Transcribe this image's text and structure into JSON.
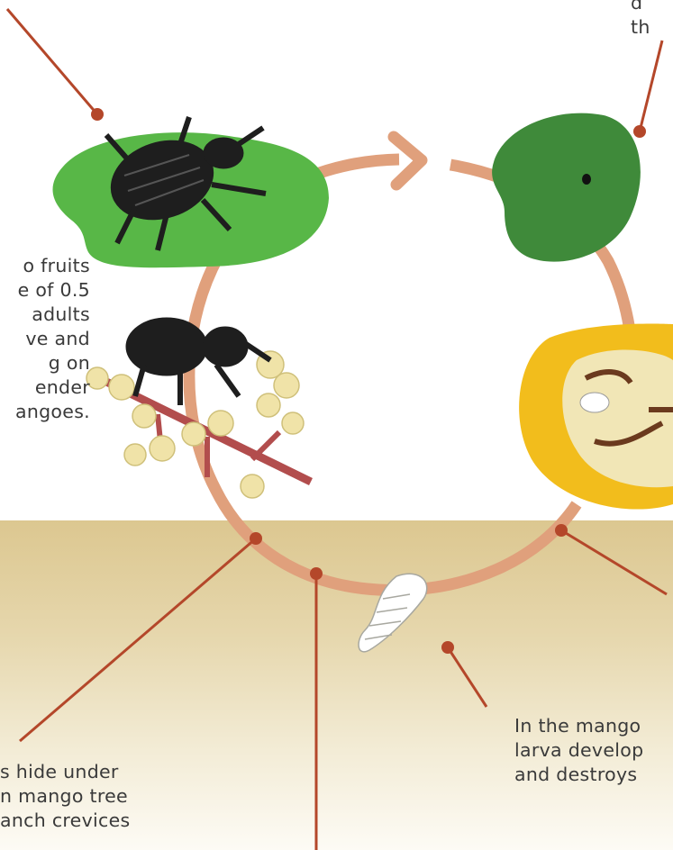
{
  "captions": {
    "left": [
      "o fruits",
      "e of 0.5",
      "adults",
      "ve and",
      "g on",
      "ender",
      "angoes."
    ],
    "top_right": [
      "d",
      "th"
    ],
    "bottom_left": [
      "s hide under",
      "n mango tree",
      "anch crevices"
    ],
    "bottom_right": [
      "In the mango",
      "larva develop",
      "and destroys"
    ]
  },
  "colors": {
    "cycle_ring": "#e0a07c",
    "leader_line": "#b4472a",
    "soil": "#dcc790",
    "leaf": "#58b747",
    "fruit": "#3f8a3a",
    "mango_flesh": "#f2bd1c"
  }
}
